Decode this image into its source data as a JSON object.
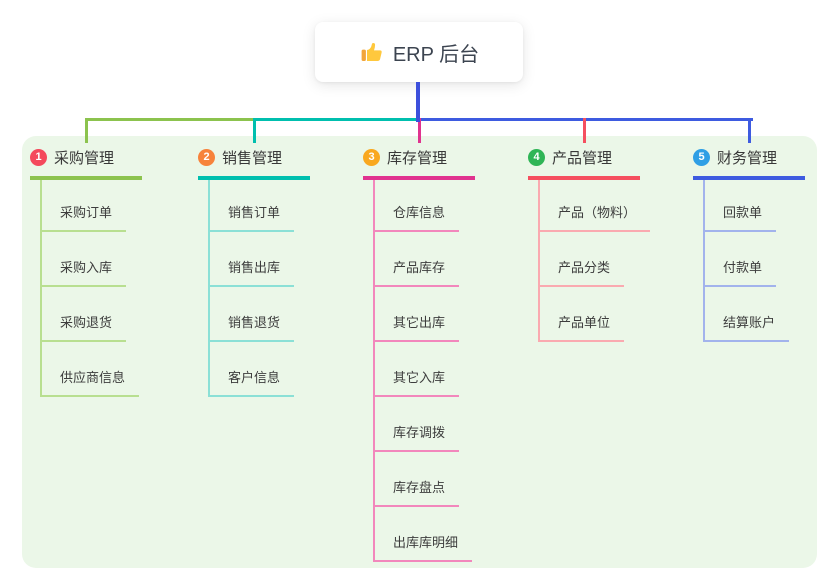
{
  "root": {
    "title": "ERP 后台",
    "icon": "thumbs-up-icon"
  },
  "canvas": {
    "panel_bg": "#EBF7E8",
    "root_stem_color": "#3D50DC",
    "root_node_bg": "#FFFFFF",
    "header_text_color": "#383838",
    "child_text_color": "#3D3D3D"
  },
  "branches": [
    {
      "number": "1",
      "label": "采购管理",
      "badge_color": "#F4495C",
      "line_color": "#8CC34E",
      "line_color_light": "#B8DF90",
      "children": [
        "采购订单",
        "采购入库",
        "采购退货",
        "供应商信息"
      ]
    },
    {
      "number": "2",
      "label": "销售管理",
      "badge_color": "#F7833B",
      "line_color": "#00BFAE",
      "line_color_light": "#8BE0D6",
      "children": [
        "销售订单",
        "销售出库",
        "销售退货",
        "客户信息"
      ]
    },
    {
      "number": "3",
      "label": "库存管理",
      "badge_color": "#F9A81F",
      "line_color": "#E0338F",
      "line_color_light": "#F287BC",
      "children": [
        "仓库信息",
        "产品库存",
        "其它出库",
        "其它入库",
        "库存调拨",
        "库存盘点",
        "出库库明细"
      ]
    },
    {
      "number": "4",
      "label": "产品管理",
      "badge_color": "#2FB556",
      "line_color": "#F54F5F",
      "line_color_light": "#FAAAB0",
      "children": [
        "产品（物料）",
        "产品分类",
        "产品单位"
      ]
    },
    {
      "number": "5",
      "label": "财务管理",
      "badge_color": "#2F9FE5",
      "line_color": "#3E5BE0",
      "line_color_light": "#A2B3EC",
      "children": [
        "回款单",
        "付款单",
        "结算账户"
      ]
    }
  ]
}
